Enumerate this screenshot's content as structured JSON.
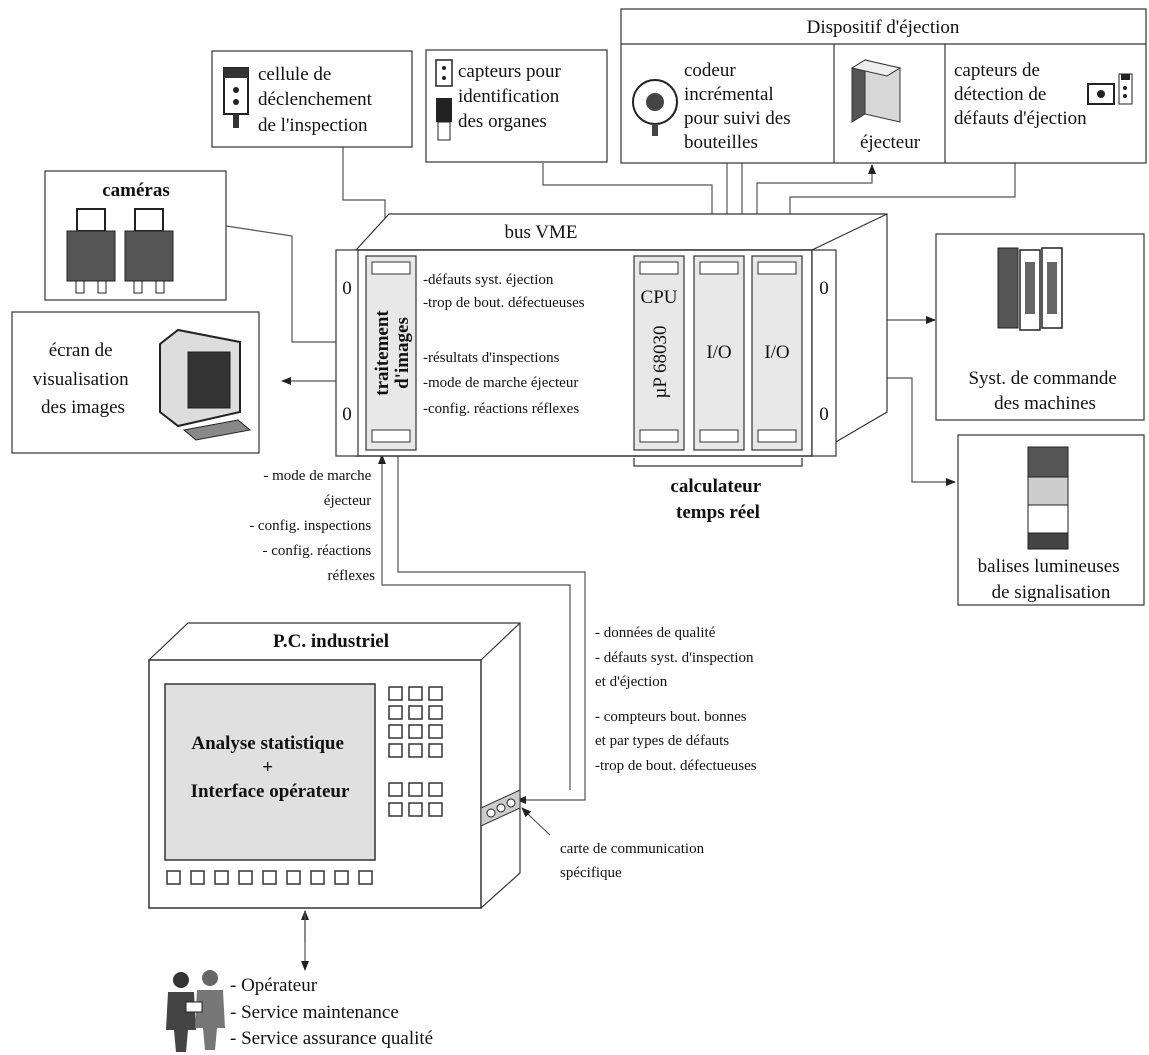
{
  "eject_device": {
    "title": "Dispositif d'éjection",
    "encoder": [
      "codeur",
      "incrémental",
      "pour suivi des",
      "bouteilles"
    ],
    "ejector": "éjecteur",
    "defect_sensors": [
      "capteurs de",
      "détection de",
      "défauts d'éjection"
    ]
  },
  "trigger_cell": [
    "cellule de",
    "déclenchement",
    "de l'inspection"
  ],
  "id_sensors": [
    "capteurs pour",
    "identification",
    "des organes"
  ],
  "cameras": "caméras",
  "screen": [
    "écran de",
    "visualisation",
    "des images"
  ],
  "rack": {
    "bus": "bus VME",
    "image_card": [
      "traitement",
      "d'images"
    ],
    "cpu_label": "CPU",
    "cpu_model": "µP 68030",
    "io1": "I/O",
    "io2": "I/O",
    "to_image": [
      "-défauts syst. éjection",
      "-trop de bout. défectueuses"
    ],
    "to_cpu": [
      "-résultats d'inspections",
      "-mode de marche éjecteur",
      "-config. réactions réflexes"
    ],
    "rt_computer": [
      "calculateur",
      "temps réel"
    ]
  },
  "machine_control": [
    "Syst. de commande",
    "des machines"
  ],
  "beacons": [
    "balises lumineuses",
    "de signalisation"
  ],
  "pc_to_rack": [
    "- mode de marche",
    "éjecteur",
    "- config. inspections",
    "- config. réactions",
    "réflexes"
  ],
  "rack_to_pc": [
    "- données de qualité",
    "- défauts syst. d'inspection",
    "et d'éjection",
    "- compteurs bout. bonnes",
    "et par types de défauts",
    "-trop de bout. défectueuses"
  ],
  "pc": {
    "title": "P.C. industriel",
    "screen_text": [
      "Analyse statistique",
      "+",
      "Interface opérateur"
    ]
  },
  "comm_card": [
    "carte de communication",
    "spécifique"
  ],
  "users": [
    "- Opérateur",
    "- Service maintenance",
    "- Service assurance qualité"
  ]
}
